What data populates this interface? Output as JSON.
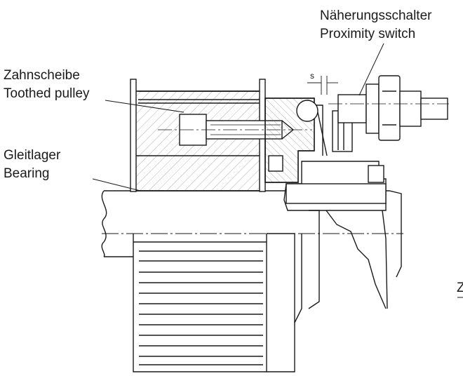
{
  "labels": {
    "proximity_de": "Näherungsschalter",
    "proximity_en": "Proximity switch",
    "pulley_de": "Zahnscheibe",
    "pulley_en": "Toothed pulley",
    "bearing_de": "Gleitlager",
    "bearing_en": "Bearing",
    "gap": "s",
    "edge_fragment": "Z"
  },
  "colors": {
    "line": "#1a1a1a",
    "hatch": "#555555",
    "background": "#ffffff"
  }
}
